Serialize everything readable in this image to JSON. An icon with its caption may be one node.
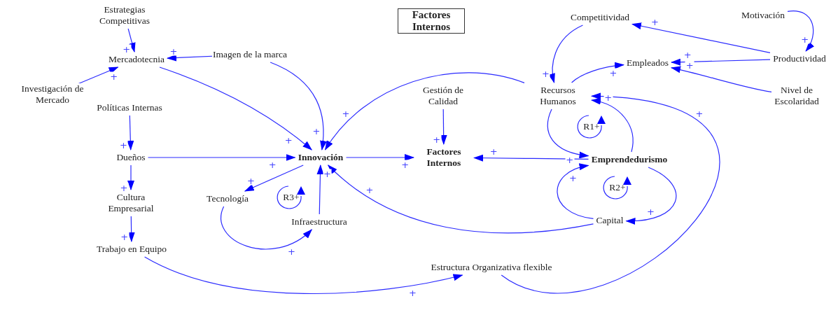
{
  "diagram": {
    "title": "Factores Internos",
    "nodes": [
      {
        "text": [
          "Estrategias Competitivas"
        ]
      },
      {
        "text": [
          "Mercadotecnia"
        ]
      },
      {
        "text": [
          "Imagen de la marca"
        ]
      },
      {
        "text": [
          "Investigación de Mercado"
        ]
      },
      {
        "text": [
          "Políticas Internas"
        ]
      },
      {
        "text": [
          "Dueños"
        ]
      },
      {
        "text": [
          "Innovación"
        ]
      },
      {
        "text": [
          "Cultura Empresarial"
        ]
      },
      {
        "text": [
          "Trabajo en Equipo"
        ]
      },
      {
        "text": [
          "Tecnología"
        ]
      },
      {
        "text": [
          "Infraestructura"
        ]
      },
      {
        "text": [
          "Gestión de Calidad"
        ]
      },
      {
        "text": [
          "Factores Internos"
        ]
      },
      {
        "text": [
          "Competitividad"
        ]
      },
      {
        "text": [
          "Motivación"
        ]
      },
      {
        "text": [
          "Empleados"
        ]
      },
      {
        "text": [
          "Productividad"
        ]
      },
      {
        "text": [
          "Recursos Humanos"
        ]
      },
      {
        "text": [
          "Nivel de Escolaridad"
        ]
      },
      {
        "text": [
          "Emprendedurismo"
        ]
      },
      {
        "text": [
          "Capital"
        ]
      },
      {
        "text": [
          "Estructura Organizativa flexible"
        ]
      }
    ],
    "edges": [
      {
        "from": 0,
        "to": 1,
        "arrow": "to",
        "label": "+"
      },
      {
        "from": 2,
        "to": 1,
        "arrow": "to",
        "label": "+"
      },
      {
        "from": 3,
        "to": 1,
        "arrow": "to",
        "label": "+"
      },
      {
        "from": 1,
        "to": 6,
        "arrow": "to",
        "label": "+"
      },
      {
        "from": 2,
        "to": 6,
        "arrow": "to",
        "label": "+"
      },
      {
        "from": 4,
        "to": 5,
        "arrow": "to",
        "label": "+"
      },
      {
        "from": 5,
        "to": 6,
        "arrow": "to",
        "label": "+"
      },
      {
        "from": 5,
        "to": 7,
        "arrow": "to",
        "label": "+"
      },
      {
        "from": 7,
        "to": 8,
        "arrow": "to",
        "label": "+"
      },
      {
        "from": 8,
        "to": 21,
        "arrow": "to",
        "label": "+"
      },
      {
        "from": 6,
        "to": 9,
        "arrow": "to",
        "label": "+"
      },
      {
        "from": 9,
        "to": 10,
        "arrow": "to",
        "label": "+"
      },
      {
        "from": 10,
        "to": 6,
        "arrow": "to",
        "label": "+"
      },
      {
        "from": 6,
        "to": 12,
        "arrow": "to",
        "label": "+"
      },
      {
        "from": 11,
        "to": 12,
        "arrow": "to",
        "label": "+"
      },
      {
        "from": 19,
        "to": 12,
        "arrow": "to",
        "label": "+"
      },
      {
        "from": 17,
        "to": 6,
        "arrow": "to",
        "label": "+"
      },
      {
        "from": 20,
        "to": 6,
        "arrow": "to",
        "label": "+"
      },
      {
        "from": 17,
        "to": 19,
        "arrow": "to",
        "label": "+"
      },
      {
        "from": 19,
        "to": 17,
        "arrow": "to",
        "label": "+"
      },
      {
        "from": 19,
        "to": 20,
        "arrow": "to",
        "label": "+"
      },
      {
        "from": 20,
        "to": 19,
        "arrow": "to",
        "label": "+"
      },
      {
        "from": 13,
        "to": 17,
        "arrow": "to",
        "label": "+"
      },
      {
        "from": 16,
        "to": 13,
        "arrow": "to",
        "label": "+"
      },
      {
        "from": 16,
        "to": 15,
        "arrow": "to",
        "label": "+"
      },
      {
        "from": 14,
        "to": 16,
        "arrow": "to",
        "label": "+"
      },
      {
        "from": 18,
        "to": 15,
        "arrow": "to",
        "label": "+"
      },
      {
        "from": 17,
        "to": 15,
        "arrow": "to",
        "label": "+"
      },
      {
        "from": 21,
        "to": 17,
        "arrow": "to",
        "label": "+"
      }
    ],
    "labels": [
      "R1+",
      "R2+",
      "R3+"
    ]
  }
}
